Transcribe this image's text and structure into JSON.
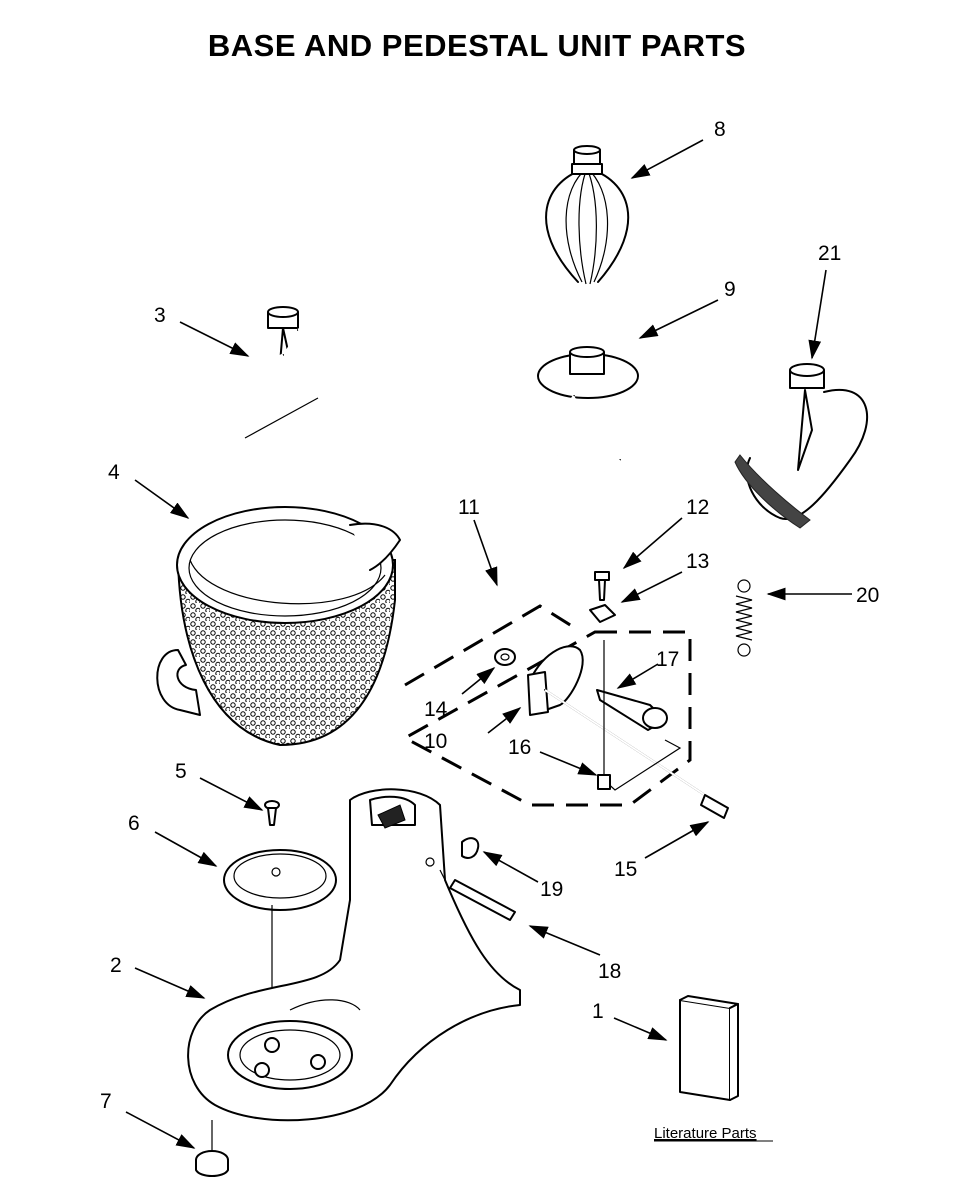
{
  "title": "BASE AND PEDESTAL UNIT PARTS",
  "callouts": [
    "1",
    "2",
    "3",
    "4",
    "5",
    "6",
    "7",
    "8",
    "9",
    "10",
    "11",
    "12",
    "13",
    "14",
    "15",
    "16",
    "17",
    "18",
    "19",
    "20",
    "21"
  ],
  "literature_label": "Literature Parts"
}
